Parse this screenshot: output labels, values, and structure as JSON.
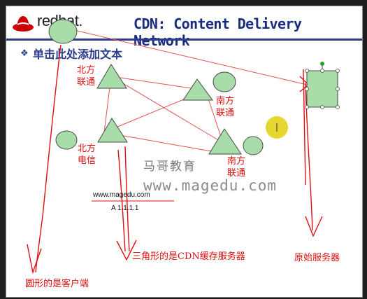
{
  "header": {
    "logo_text": "redhat.",
    "title": "CDN: Content Delivery Network"
  },
  "slide": {
    "bullet_glyph": "❖",
    "placeholder": "单击此处添加文本"
  },
  "cdn_nodes": [
    {
      "id": "n1",
      "label": "北方\n联通"
    },
    {
      "id": "n2",
      "label": "南方\n联通"
    },
    {
      "id": "n3",
      "label": "北方\n电信"
    },
    {
      "id": "n4",
      "label": "南方\n联通"
    }
  ],
  "annotations": {
    "triangle_note": "三角形的是CDN缓存服务器",
    "origin_note": "原始服务器",
    "circle_note": "圆形的是客户端"
  },
  "watermark": {
    "cn": "马哥教育",
    "url": "www.magedu.com"
  },
  "dns": {
    "domain": "www.magedu.com",
    "record": "A  1.1.1.1"
  },
  "colors": {
    "shape_fill": "#a8dca8",
    "shape_stroke": "#4a4a4a",
    "annotation": "#e01010",
    "title": "#1a2a80",
    "cursor": "#e6d21a"
  }
}
